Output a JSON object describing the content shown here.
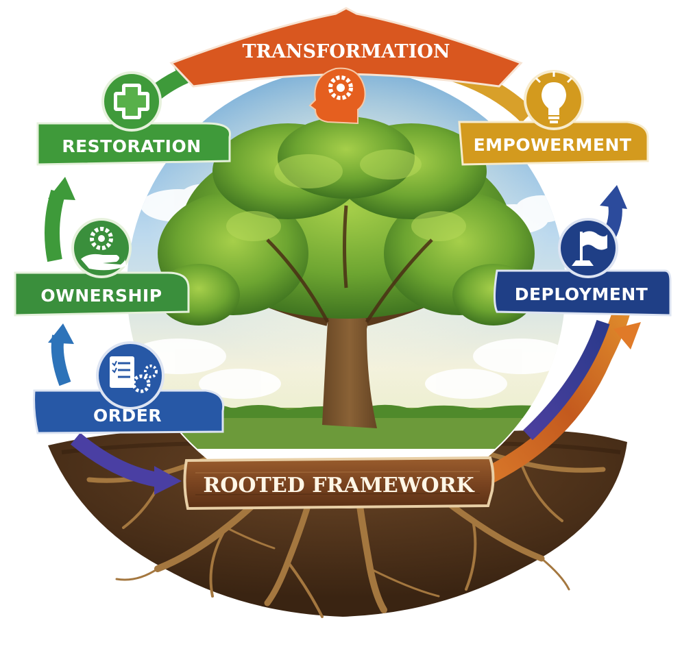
{
  "diagram": {
    "center_label": "ROOTED FRAMEWORK",
    "stages": [
      {
        "key": "transformation",
        "label": "TRANSFORMATION",
        "color": "#d9571f",
        "icon": "head-gear-icon"
      },
      {
        "key": "empowerment",
        "label": "EMPOWERMENT",
        "color": "#d39a1e",
        "icon": "lightbulb-icon"
      },
      {
        "key": "deployment",
        "label": "DEPLOYMENT",
        "color": "#1f3f86",
        "icon": "flag-icon"
      },
      {
        "key": "restoration",
        "label": "RESTORATION",
        "color": "#3f9a3a",
        "icon": "medical-cross-icon"
      },
      {
        "key": "ownership",
        "label": "OWNERSHIP",
        "color": "#3a8f3c",
        "icon": "hand-gear-icon"
      },
      {
        "key": "order",
        "label": "ORDER",
        "color": "#2758a6",
        "icon": "checklist-gears-icon"
      }
    ]
  }
}
